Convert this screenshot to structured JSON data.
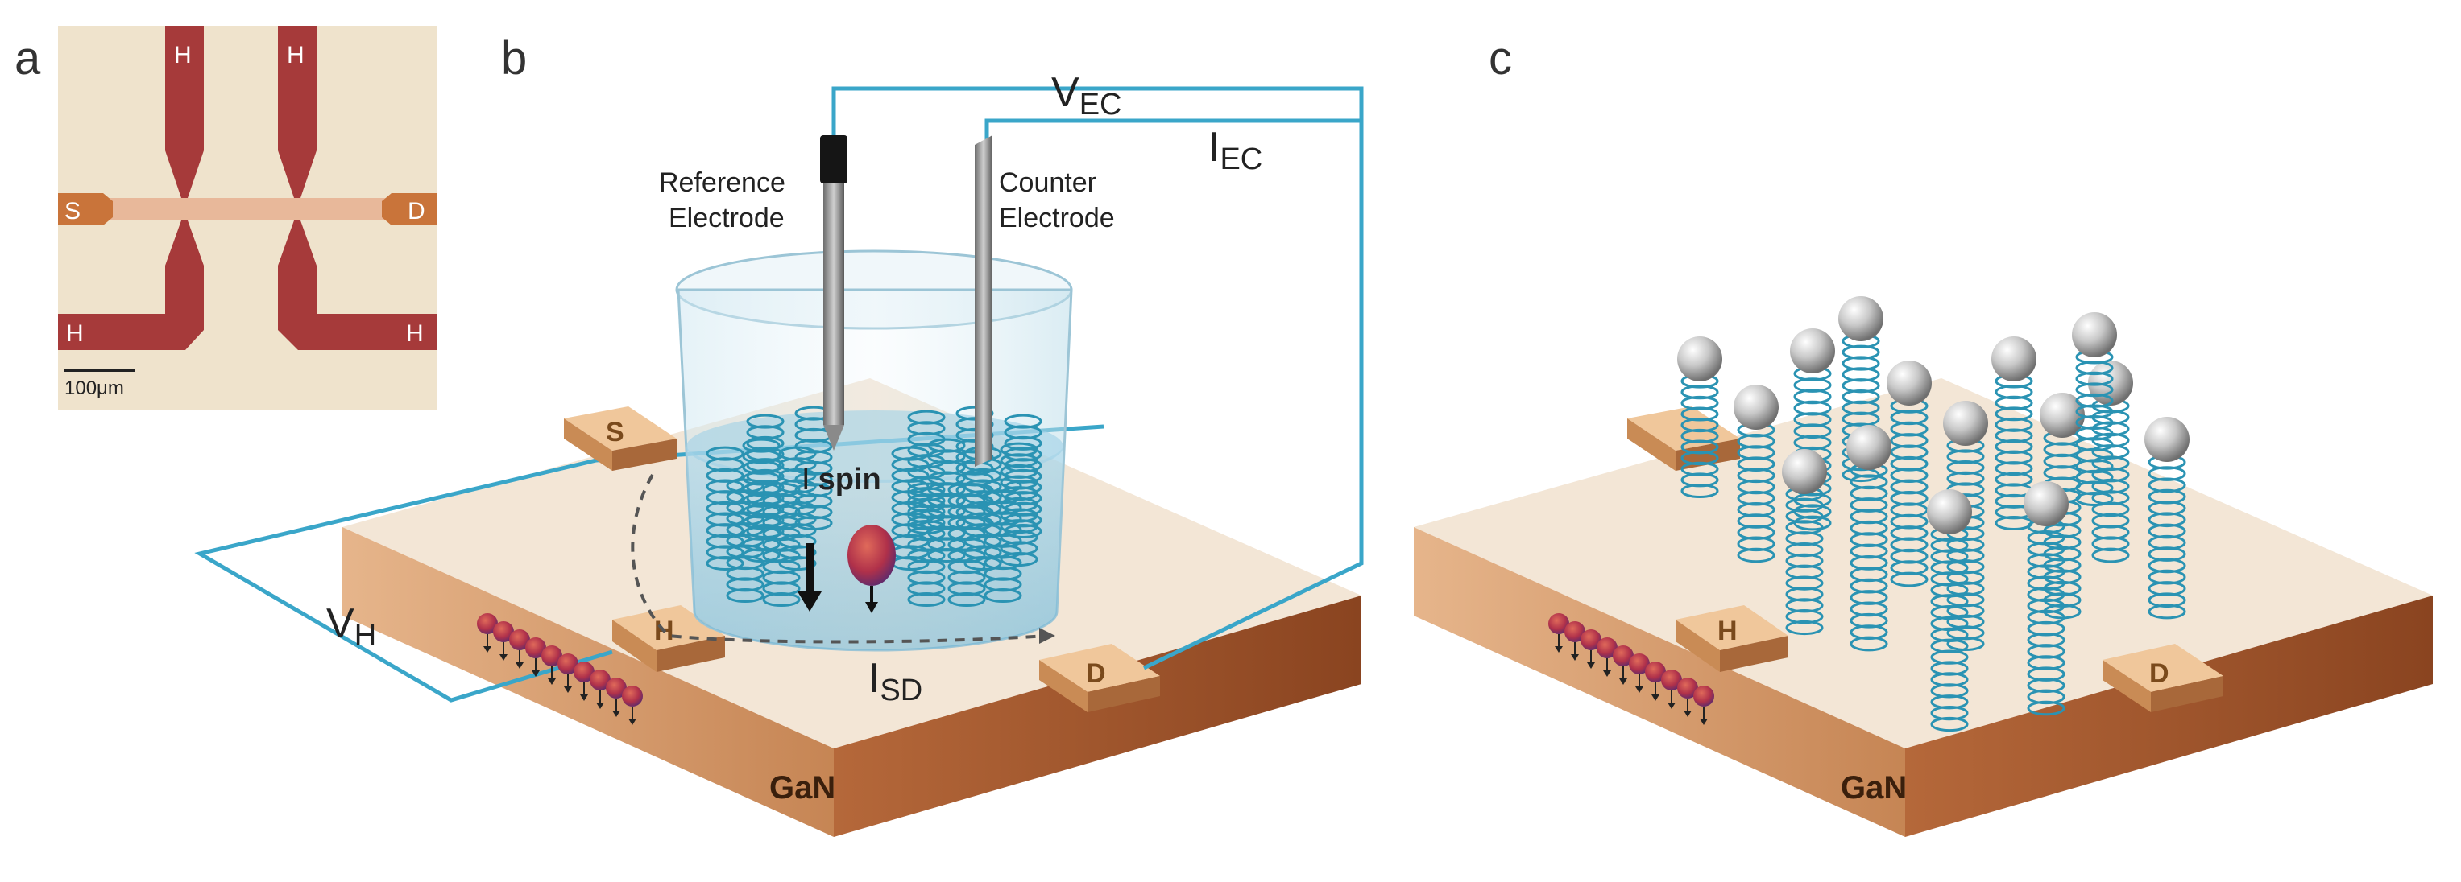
{
  "panels": {
    "a": {
      "letter": "a",
      "contact_top_left": "H",
      "contact_top_right": "H",
      "contact_bottom_left": "H",
      "contact_bottom_right": "H",
      "source_label": "S",
      "drain_label": "D",
      "scale_bar": "100μm"
    },
    "b": {
      "letter": "b",
      "v_ec": "V",
      "v_ec_sub": "EC",
      "i_ec": "I",
      "i_ec_sub": "EC",
      "reference_electrode_line1": "Reference",
      "reference_electrode_line2": "Electrode",
      "counter_electrode_line1": "Counter",
      "counter_electrode_line2": "Electrode",
      "i_spin": "I",
      "i_spin_label": "spin",
      "v_h": "V",
      "v_h_sub": "H",
      "i_sd": "I",
      "i_sd_sub": "SD",
      "pad_s": "S",
      "pad_h": "H",
      "pad_d": "D",
      "substrate": "GaN"
    },
    "c": {
      "letter": "c",
      "pad_h": "H",
      "pad_d": "D",
      "substrate": "GaN"
    }
  },
  "colors": {
    "wire": "#3aa6c9",
    "helix": "#2a93b3",
    "substrate_top": "#f3e6d6",
    "substrate_front": "#d9a574",
    "substrate_side": "#a65c2c",
    "pad": "#e9b887",
    "micrograph_bg": "#efe3cc",
    "micrograph_trace": "#a63a3a",
    "spin_ball": "#c0392b"
  }
}
